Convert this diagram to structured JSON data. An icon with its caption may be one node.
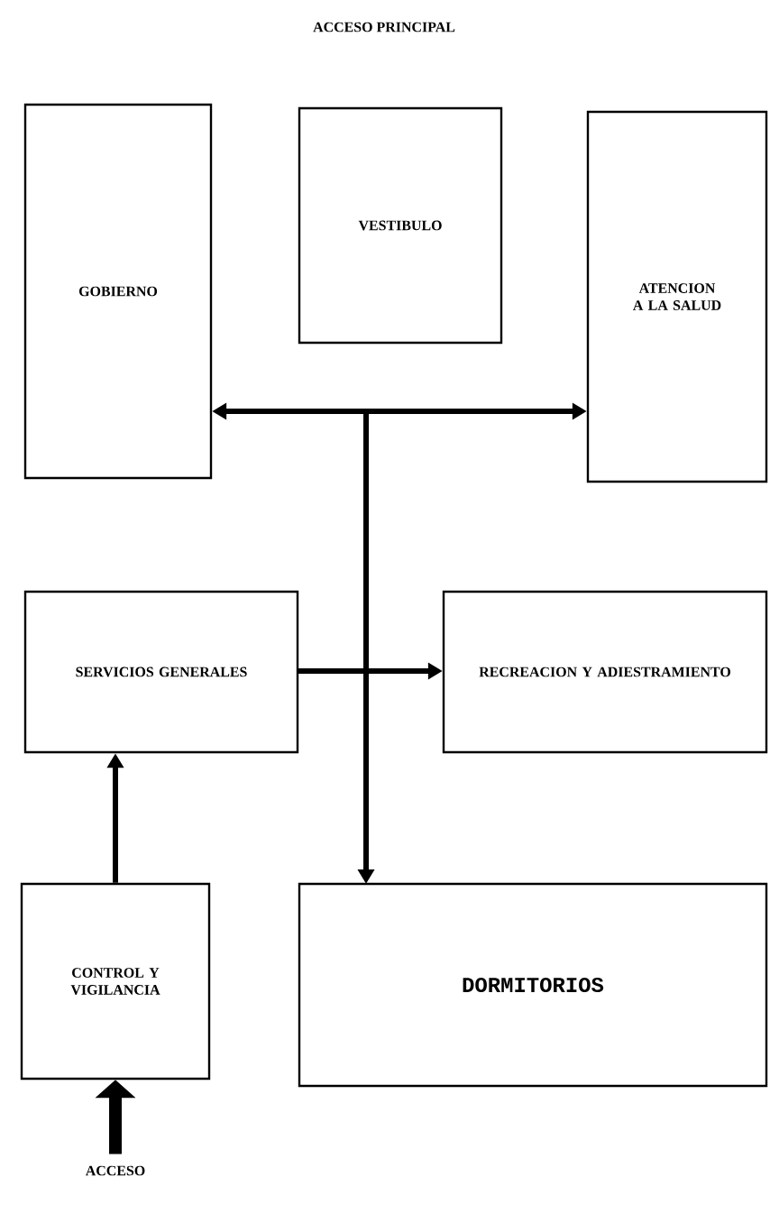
{
  "diagram": {
    "nodes": [
      {
        "text": [
          "GOBIERNO"
        ]
      },
      {
        "text": [
          "VESTIBULO"
        ]
      },
      {
        "text": [
          "ATENCION A LA SALUD"
        ]
      },
      {
        "text": [
          "SERVICIOS GENERALES"
        ]
      },
      {
        "text": [
          "RECREACION Y ADIESTRAMIENTO"
        ]
      },
      {
        "text": [
          "CONTROL Y VIGILANCIA"
        ]
      },
      {
        "text": [
          "DORMITORIOS"
        ]
      },
      {
        "text": [
          "ACCESO"
        ]
      }
    ],
    "edges": [
      {
        "from": 3,
        "to": 0,
        "arrow": "to"
      },
      {
        "from": 3,
        "to": 2,
        "arrow": "to"
      },
      {
        "from": 3,
        "to": 4,
        "arrow": "to"
      },
      {
        "from": 3,
        "to": 6,
        "arrow": "to"
      },
      {
        "from": 5,
        "to": 3,
        "arrow": "to"
      },
      {
        "from": 7,
        "to": 5,
        "arrow": "to",
        "style": "thick"
      }
    ],
    "labels": [
      "ACCESO PRINCIPAL"
    ]
  }
}
